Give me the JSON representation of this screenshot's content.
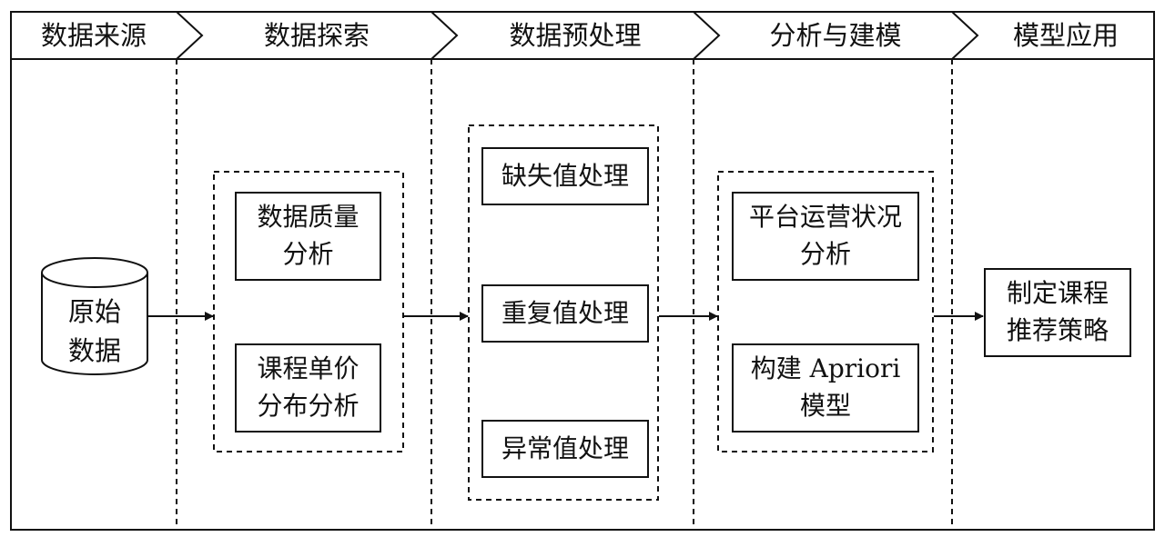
{
  "stages": [
    {
      "label": "数据来源"
    },
    {
      "label": "数据探索"
    },
    {
      "label": "数据预处理"
    },
    {
      "label": "分析与建模"
    },
    {
      "label": "模型应用"
    }
  ],
  "source": {
    "label": "原始\n数据"
  },
  "exploration": {
    "items": [
      {
        "label": "数据质量\n分析"
      },
      {
        "label": "课程单价\n分布分析"
      }
    ]
  },
  "preprocessing": {
    "items": [
      {
        "label": "缺失值处理"
      },
      {
        "label": "重复值处理"
      },
      {
        "label": "异常值处理"
      }
    ]
  },
  "modeling": {
    "items": [
      {
        "label": "平台运营状况\n分析"
      },
      {
        "label": "构建 Apriori\n模型"
      }
    ]
  },
  "application": {
    "label": "制定课程\n推荐策略"
  }
}
